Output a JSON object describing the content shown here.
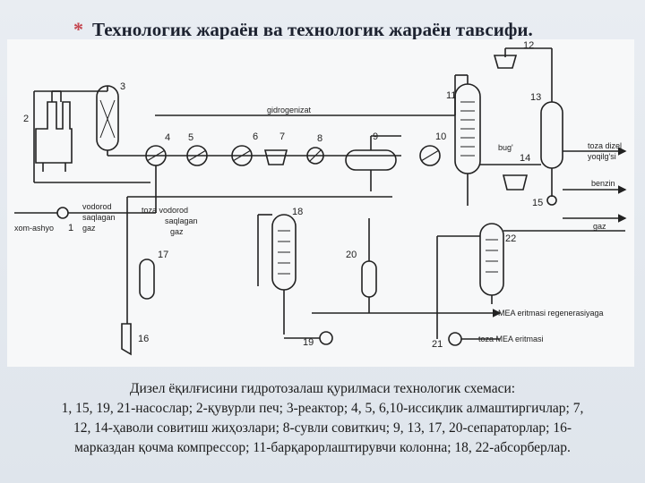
{
  "slide": {
    "bullet": "*",
    "title": "Технологик  жараён ва технологик жараён тавсифи."
  },
  "diagram": {
    "stream_labels": {
      "hydrogenizat": "gidrogenizat",
      "feed": "xom-ashyo",
      "hydrogen_gas_lines": [
        "vodorod",
        "saqlagan",
        "gaz"
      ],
      "clean_hydrogen_gas_lines": [
        "toza vodorod",
        "saqlagan",
        "gaz"
      ],
      "steam": "bug'",
      "diesel_lines": [
        "toza dizel",
        "yoqilg'si"
      ],
      "gasoline": "benzin",
      "gas": "gaz",
      "mea_regeneration": "MEA eritmasi regenerasiyaga",
      "clean_mea": "toza MEA eritmasi"
    },
    "equipment_numbers": [
      "1",
      "2",
      "3",
      "4",
      "5",
      "6",
      "7",
      "8",
      "9",
      "10",
      "11",
      "12",
      "13",
      "14",
      "15",
      "16",
      "17",
      "18",
      "19",
      "20",
      "21",
      "22"
    ]
  },
  "caption": {
    "line1": "Дизел ёқилғисини гидротозалаш қурилмаси технологик схемаси:",
    "line2": "1, 15, 19, 21-насослар; 2-қувурли печ; 3-реактор; 4, 5, 6,10-иссиқлик алмаштиргичлар; 7,",
    "line3": "12, 14-ҳаволи совитиш жиҳозлари; 8-сувли совиткич; 9, 13, 17, 20-сепараторлар; 16-",
    "line4": "марказдан қочма компрессор; 11-барқарорлаштирувчи колонна; 18, 22-абсорберлар."
  }
}
